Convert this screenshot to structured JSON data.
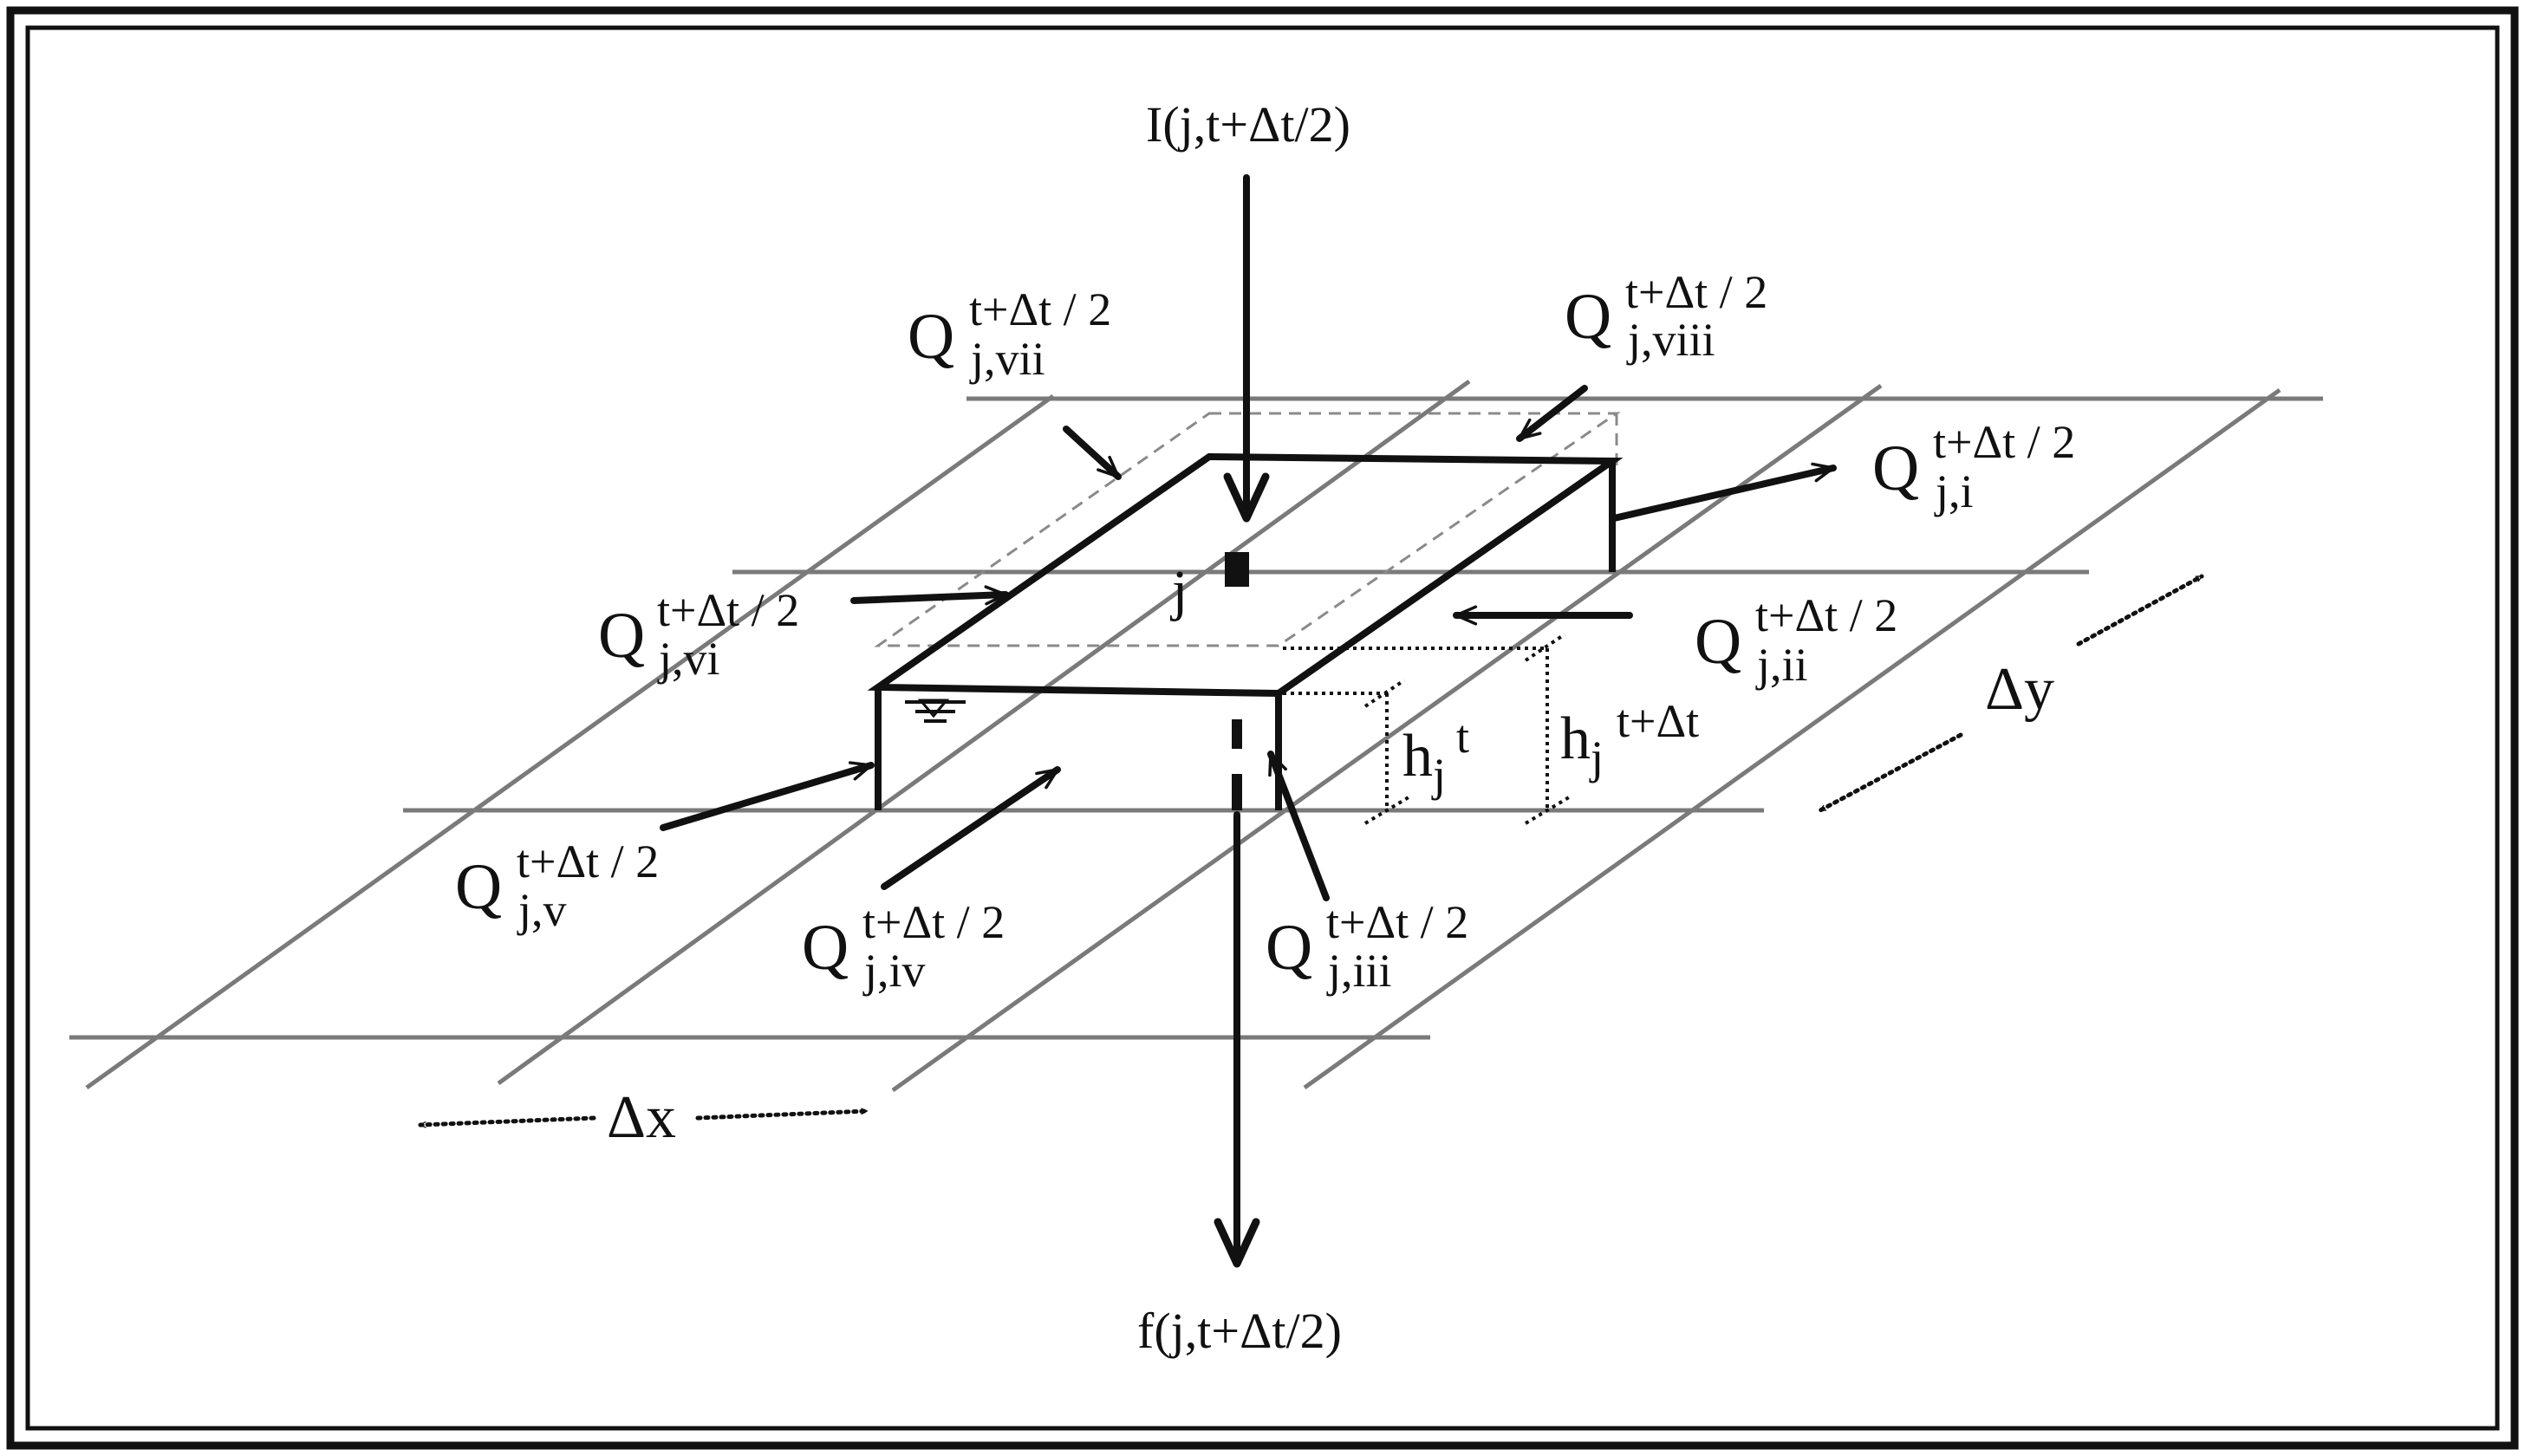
{
  "diagram": {
    "colors": {
      "line": "#111111",
      "grid": "#7a7a7a",
      "dashed": "#8a8a8a",
      "background": "#ffffff"
    },
    "icons": {
      "water_surface": "water-surface-symbol",
      "arrow": "arrowhead"
    },
    "inflow_top": "I(j,t+Δt/2)",
    "outflow_bottom": "f(j,t+Δt/2)",
    "cell_label": "j",
    "delta_x": "Δx",
    "delta_y": "Δy",
    "depth_t": {
      "base": "h",
      "sub": "j",
      "sup": "t"
    },
    "depth_t_dt": {
      "base": "h",
      "sub": "j",
      "sup": "t+Δt"
    },
    "fluxes": [
      {
        "id": "vii",
        "base": "Q",
        "sup": "t+Δt / 2",
        "sub": "j,vii"
      },
      {
        "id": "viii",
        "base": "Q",
        "sup": "t+Δt / 2",
        "sub": "j,viii"
      },
      {
        "id": "i",
        "base": "Q",
        "sup": "t+Δt / 2",
        "sub": "j,i"
      },
      {
        "id": "vi",
        "base": "Q",
        "sup": "t+Δt / 2",
        "sub": "j,vi"
      },
      {
        "id": "ii",
        "base": "Q",
        "sup": "t+Δt / 2",
        "sub": "j,ii"
      },
      {
        "id": "v",
        "base": "Q",
        "sup": "t+Δt / 2",
        "sub": "j,v"
      },
      {
        "id": "iv",
        "base": "Q",
        "sup": "t+Δt / 2",
        "sub": "j,iv"
      },
      {
        "id": "iii",
        "base": "Q",
        "sup": "t+Δt / 2",
        "sub": "j,iii"
      }
    ]
  }
}
